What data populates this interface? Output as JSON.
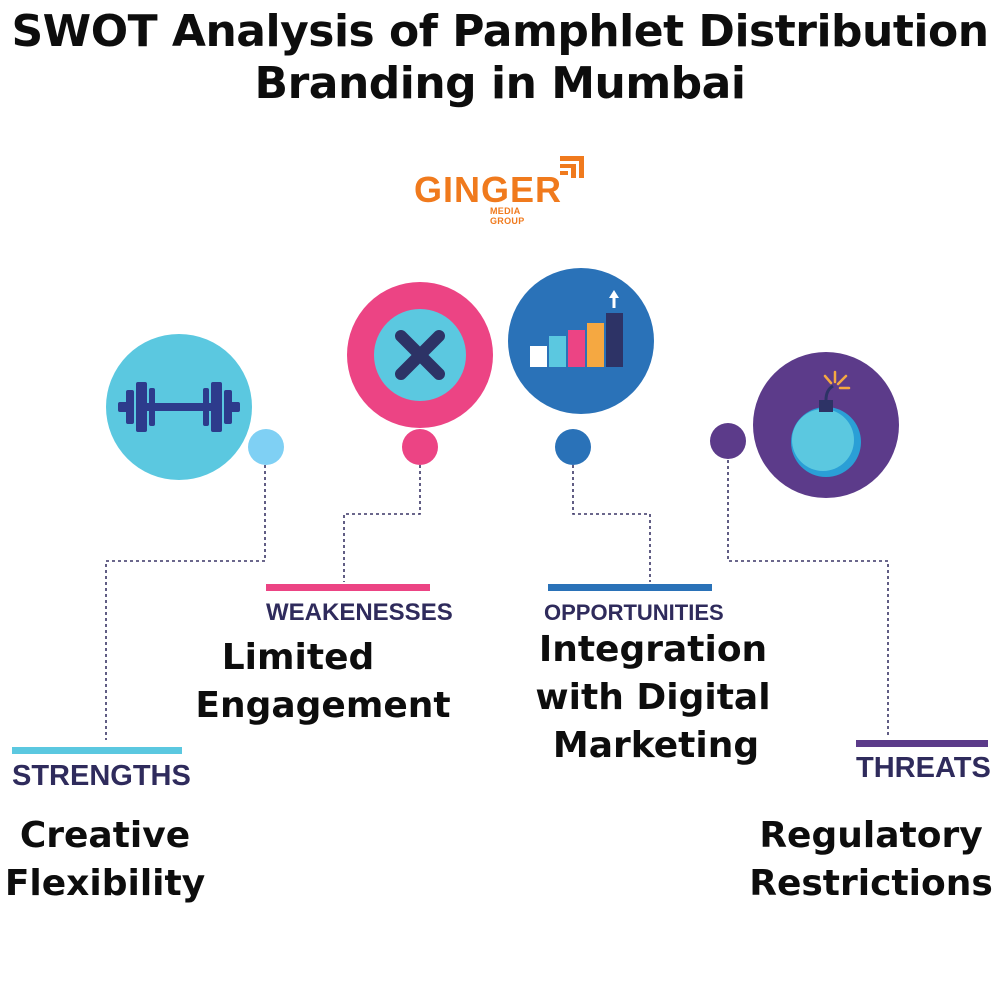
{
  "title": {
    "line1": "SWOT Analysis of Pamphlet Distribution",
    "line2": "Branding in Mumbai"
  },
  "logo": {
    "name": "GINGER",
    "tagline": "MEDIA GROUP"
  },
  "colors": {
    "strengths": "#5bc8e0",
    "weaknesses": "#ec4484",
    "opportunities": "#2a72b8",
    "threats": "#5c3b8a",
    "label_text": "#2f2b5c",
    "brand": "#f07a1d"
  },
  "swot": {
    "strengths": {
      "label": "STRENGTHS",
      "line1": "Creative",
      "line2": "Flexibility",
      "icon": "dumbbell-icon"
    },
    "weaknesses": {
      "label": "WEAKENESSES",
      "line1": "Limited",
      "line2": "Engagement",
      "icon": "cross-icon"
    },
    "opportunities": {
      "label": "OPPORTUNITIES",
      "line1": "Integration",
      "line2": "with Digital",
      "line3": "Marketing",
      "icon": "growth-chart-icon"
    },
    "threats": {
      "label": "THREATS",
      "line1": "Regulatory",
      "line2": "Restrictions",
      "icon": "bomb-icon"
    }
  }
}
